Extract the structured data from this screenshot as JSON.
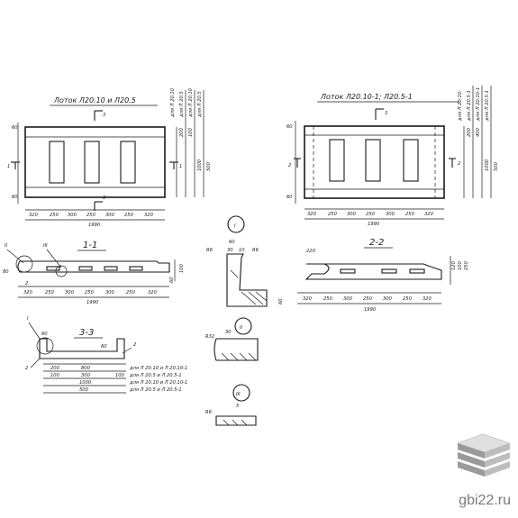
{
  "titles": {
    "left": "Лоток Л20.10 и Л20.5",
    "right": "Лоток Л20.10-1; Л20.5-1"
  },
  "markers": {
    "sec3": "3",
    "sec1": "1",
    "sec2": "2",
    "roman1": "I",
    "roman2": "II",
    "roman3": "III"
  },
  "section_titles": {
    "s11": "1-1",
    "s22": "2-2",
    "s33": "3-3"
  },
  "plan_left": {
    "bottom_dims": [
      "320",
      "250",
      "300",
      "250",
      "300",
      "250",
      "320"
    ],
    "total": "1990",
    "left_dims": [
      "60",
      "60"
    ],
    "right_dims": [
      "200",
      "100",
      "1000",
      "500"
    ],
    "right_labels": [
      "для Л 20.10",
      "для Л 20.5",
      "для Л 20.10",
      "для Л 20.5"
    ]
  },
  "plan_right": {
    "bottom_dims": [
      "320",
      "250",
      "300",
      "250",
      "300",
      "250",
      "320"
    ],
    "total": "1990",
    "left_dims": [
      "60",
      "60"
    ],
    "right_dims": [
      "200",
      "400",
      "1000",
      "500"
    ],
    "right_labels": [
      "для Л 20.10-",
      "для Л 20.5-1",
      "для Л 20.10-1",
      "для Л 20.5-1"
    ]
  },
  "sec11": {
    "dims": [
      "320",
      "250",
      "300",
      "250",
      "300",
      "250",
      "320"
    ],
    "total": "1990",
    "left": [
      "80",
      "2"
    ],
    "right": [
      "100",
      "60"
    ]
  },
  "sec22": {
    "dims": [
      "320",
      "250",
      "300",
      "250",
      "300",
      "250",
      "320"
    ],
    "total": "1990",
    "top": "220",
    "right": [
      "120",
      "100",
      "250"
    ]
  },
  "sec33": {
    "top": [
      "60",
      "60"
    ],
    "left_mark": "2",
    "right_mark": "2",
    "rows": [
      {
        "a": "200",
        "b": "800",
        "label": "для Л 20.10 и Л 20.10-1"
      },
      {
        "a": "100",
        "b": "300",
        "c": "100",
        "label": "для Л 20.5 и Л 20.5-1"
      },
      {
        "a": "1000",
        "label": "для Л 20.10 и Л 20.10-1"
      },
      {
        "a": "500",
        "label": "для Л 20.5 и Л 20.5-1"
      }
    ]
  },
  "detail1": {
    "dims": [
      "60",
      "R6",
      "30",
      "10",
      "R6",
      "60"
    ]
  },
  "detail2": {
    "dims": [
      "R32",
      "30"
    ]
  },
  "detail3": {
    "dims": [
      "R6",
      "5"
    ]
  },
  "watermark": "gbi22.ru"
}
